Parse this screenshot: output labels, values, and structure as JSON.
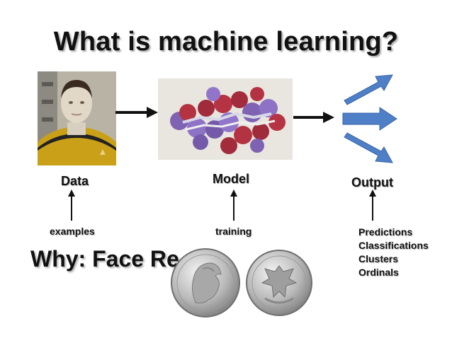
{
  "title": "What is machine learning?",
  "stages": {
    "data": "Data",
    "model": "Model",
    "output": "Output"
  },
  "inputs": {
    "examples": "examples",
    "training": "training"
  },
  "outputs": [
    "Predictions",
    "Classifications",
    "Clusters",
    "Ordinals"
  ],
  "why_text": "Why: Face Re",
  "colors": {
    "arrow_blue": "#4f7fc6",
    "text": "#111111"
  }
}
